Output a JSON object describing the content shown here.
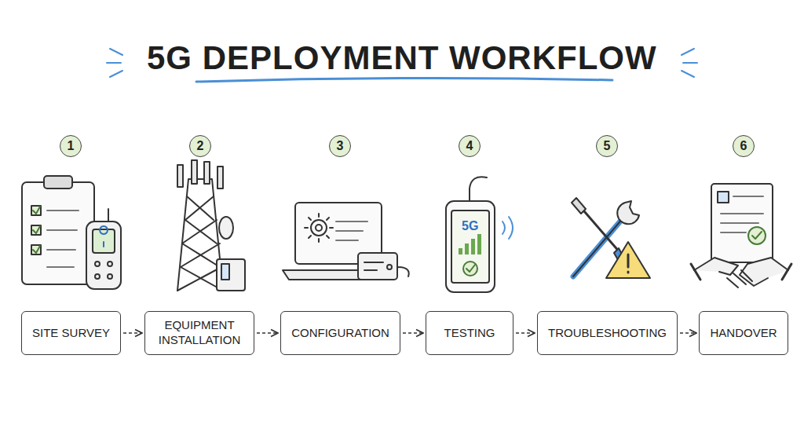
{
  "diagram": {
    "title": "5G DEPLOYMENT WORKFLOW",
    "nodes": [
      {
        "text": [
          "SITE SURVEY"
        ]
      },
      {
        "text": [
          "EQUIPMENT INSTALLATION"
        ]
      },
      {
        "text": [
          "CONFIGURATION"
        ]
      },
      {
        "text": [
          "TESTING"
        ]
      },
      {
        "text": [
          "TROUBLESHOOTING"
        ]
      },
      {
        "text": [
          "HANDOVER"
        ]
      }
    ],
    "edges": [
      {
        "from": 0,
        "to": 1,
        "arrow": "to"
      },
      {
        "from": 1,
        "to": 2,
        "arrow": "to"
      },
      {
        "from": 2,
        "to": 3,
        "arrow": "to"
      },
      {
        "from": 3,
        "to": 4,
        "arrow": "to"
      },
      {
        "from": 4,
        "to": 5,
        "arrow": "to"
      }
    ],
    "labels": [
      "1",
      "2",
      "3",
      "4",
      "5",
      "6",
      "5G"
    ]
  }
}
